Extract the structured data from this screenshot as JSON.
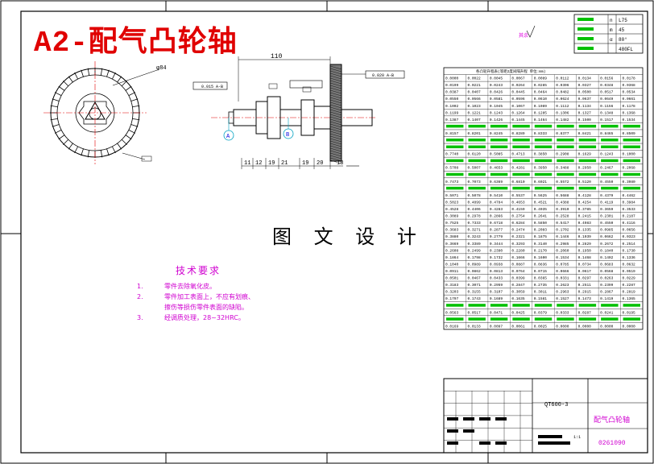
{
  "drawing_title": "A2-配气凸轮轴",
  "center_label": "图 文 设 计",
  "gear": {
    "diameter_label": "φ84"
  },
  "shaft": {
    "overall_length": "110",
    "datum_a": "A",
    "datum_b": "B",
    "segments": [
      "11",
      "12",
      "19",
      "21",
      "19",
      "20",
      "18"
    ],
    "runout_tol": "0.015 A-B",
    "flag_tol": "0.020 A-B"
  },
  "roughness_note": "其余",
  "top_right_table": [
    {
      "left": "",
      "mid": "n",
      "right": "L75"
    },
    {
      "left": "",
      "mid": "m",
      "right": "45"
    },
    {
      "left": "",
      "mid": "α",
      "right": "80°"
    },
    {
      "left": "",
      "mid": "",
      "right": "480FL"
    }
  ],
  "data_table": {
    "header": "各凸轮升程表(等距2度间隔升程 单位:mm)",
    "rows": [
      [
        "0.0000",
        "0.0022",
        "0.0045",
        "0.0067",
        "0.0089",
        "0.0112",
        "0.0134",
        "0.0156",
        "0.0178"
      ],
      [
        "0.0199",
        "0.0221",
        "0.0243",
        "0.0264",
        "0.0285",
        "0.0306",
        "0.0327",
        "0.0348",
        "0.0368"
      ],
      [
        "0.0387",
        "0.0407",
        "0.0426",
        "0.0445",
        "0.0464",
        "0.0482",
        "0.0500",
        "0.0517",
        "0.0534"
      ],
      [
        "0.0550",
        "0.0566",
        "0.0581",
        "0.0596",
        "0.0610",
        "0.0624",
        "0.0637",
        "0.0649",
        "0.0661"
      ],
      [
        "0.1002",
        "0.1023",
        "0.1045",
        "0.1067",
        "0.1089",
        "0.1112",
        "0.1134",
        "0.1156",
        "0.1178"
      ],
      [
        "0.1199",
        "0.1221",
        "0.1243",
        "0.1264",
        "0.1285",
        "0.1306",
        "0.1327",
        "0.1348",
        "0.1368"
      ],
      [
        "0.1387",
        "0.1407",
        "0.1426",
        "0.1445",
        "0.1464",
        "0.1482",
        "0.1500",
        "0.1517",
        "0.1534"
      ],
      [
        "",
        ""
      ],
      [
        "0.8157",
        "0.8201",
        "0.8245",
        "0.8289",
        "0.8333",
        "0.8377",
        "0.8421",
        "0.8465",
        "0.8509"
      ],
      [
        "",
        ""
      ],
      [
        "",
        ""
      ],
      [
        "0.7740",
        "0.6120",
        "0.5085",
        "0.4713",
        "0.3850",
        "0.2908",
        "0.1629",
        "0.1243",
        "0.1000"
      ],
      [
        "",
        ""
      ],
      [
        "0.5708",
        "0.5007",
        "0.4653",
        "0.4281",
        "0.3950",
        "0.3488",
        "0.2950",
        "0.2467",
        "0.2068"
      ],
      [
        "",
        ""
      ],
      [
        "0.7473",
        "0.7073",
        "0.6369",
        "0.6810",
        "0.6021",
        "0.5572",
        "0.5120",
        "0.4550",
        "0.3980"
      ],
      [
        "",
        ""
      ],
      [
        "0.5071",
        "0.5078",
        "0.5410",
        "0.5537",
        "0.5625",
        "0.5688",
        "0.4128",
        "0.4379",
        "0.4462"
      ],
      [
        "0.5023",
        "0.4899",
        "0.4784",
        "0.4653",
        "0.4521",
        "0.4388",
        "0.4254",
        "0.4119",
        "0.3984"
      ],
      [
        "0.4528",
        "0.4406",
        "0.4283",
        "0.4159",
        "0.4035",
        "0.3910",
        "0.3785",
        "0.3659",
        "0.3533"
      ],
      [
        "0.3089",
        "0.2978",
        "0.2866",
        "0.2754",
        "0.2641",
        "0.2528",
        "0.2415",
        "0.2301",
        "0.2187"
      ],
      [
        "0.7525",
        "0.7333",
        "0.6718",
        "0.6284",
        "0.5850",
        "0.5417",
        "0.4983",
        "0.4550",
        "0.4116"
      ],
      [
        "0.3683",
        "0.3271",
        "0.2877",
        "0.2474",
        "0.2083",
        "0.1702",
        "0.1335",
        "0.0985",
        "0.0656"
      ],
      [
        "0.3880",
        "0.3243",
        "0.2779",
        "0.2321",
        "0.1875",
        "0.1446",
        "0.1039",
        "0.0662",
        "0.0323"
      ],
      [
        "0.3669",
        "0.3389",
        "0.3444",
        "0.3293",
        "0.3140",
        "0.2985",
        "0.2829",
        "0.2672",
        "0.2514"
      ],
      [
        "0.2608",
        "0.2499",
        "0.2390",
        "0.2280",
        "0.2170",
        "0.2060",
        "0.1950",
        "0.1840",
        "0.1730"
      ],
      [
        "0.1864",
        "0.1798",
        "0.1732",
        "0.1666",
        "0.1600",
        "0.1534",
        "0.1468",
        "0.1402",
        "0.1336"
      ],
      [
        "0.1040",
        "0.0989",
        "0.0938",
        "0.0887",
        "0.0836",
        "0.0785",
        "0.0734",
        "0.0683",
        "0.0632"
      ],
      [
        "0.0911",
        "0.0862",
        "0.0813",
        "0.0764",
        "0.0715",
        "0.0666",
        "0.0617",
        "0.0568",
        "0.0519"
      ],
      [
        "0.0501",
        "0.0467",
        "0.0433",
        "0.0399",
        "0.0365",
        "0.0331",
        "0.0297",
        "0.0263",
        "0.0229"
      ],
      [
        "0.3183",
        "0.3071",
        "0.2959",
        "0.2847",
        "0.2735",
        "0.2623",
        "0.2511",
        "0.2399",
        "0.2287"
      ],
      [
        "0.3203",
        "0.3155",
        "0.3107",
        "0.3059",
        "0.3011",
        "0.2963",
        "0.2915",
        "0.2867",
        "0.2819"
      ],
      [
        "0.1797",
        "0.1743",
        "0.1689",
        "0.1635",
        "0.1581",
        "0.1527",
        "0.1473",
        "0.1419",
        "0.1365"
      ],
      [
        "",
        ""
      ],
      [
        "0.0563",
        "0.0517",
        "0.0471",
        "0.0425",
        "0.0379",
        "0.0333",
        "0.0287",
        "0.0241",
        "0.0195"
      ],
      [
        "",
        ""
      ],
      [
        "0.0169",
        "0.0133",
        "0.0097",
        "0.0061",
        "0.0025",
        "0.0000",
        "0.0000",
        "0.0000",
        "0.0000"
      ]
    ]
  },
  "tech_notes": {
    "title": "技术要求",
    "items": [
      {
        "num": "1.",
        "text": "零件去除氧化皮。"
      },
      {
        "num": "2.",
        "text": "零件加工表面上，不应有划痕、"
      },
      {
        "num": "",
        "text": "擦伤等损伤零件表面的缺陷。"
      },
      {
        "num": "3.",
        "text": "经调质处理，28~32HRC。"
      }
    ]
  },
  "title_block": {
    "material": "QT600-3",
    "part_name": "配气凸轮轴",
    "scale": "1:1",
    "drawing_no": "0261090"
  },
  "colors": {
    "red": "#e00000",
    "green": "#00c000",
    "magenta": "#d000d0",
    "cyan": "#00a0c0",
    "blue": "#0000e0"
  }
}
